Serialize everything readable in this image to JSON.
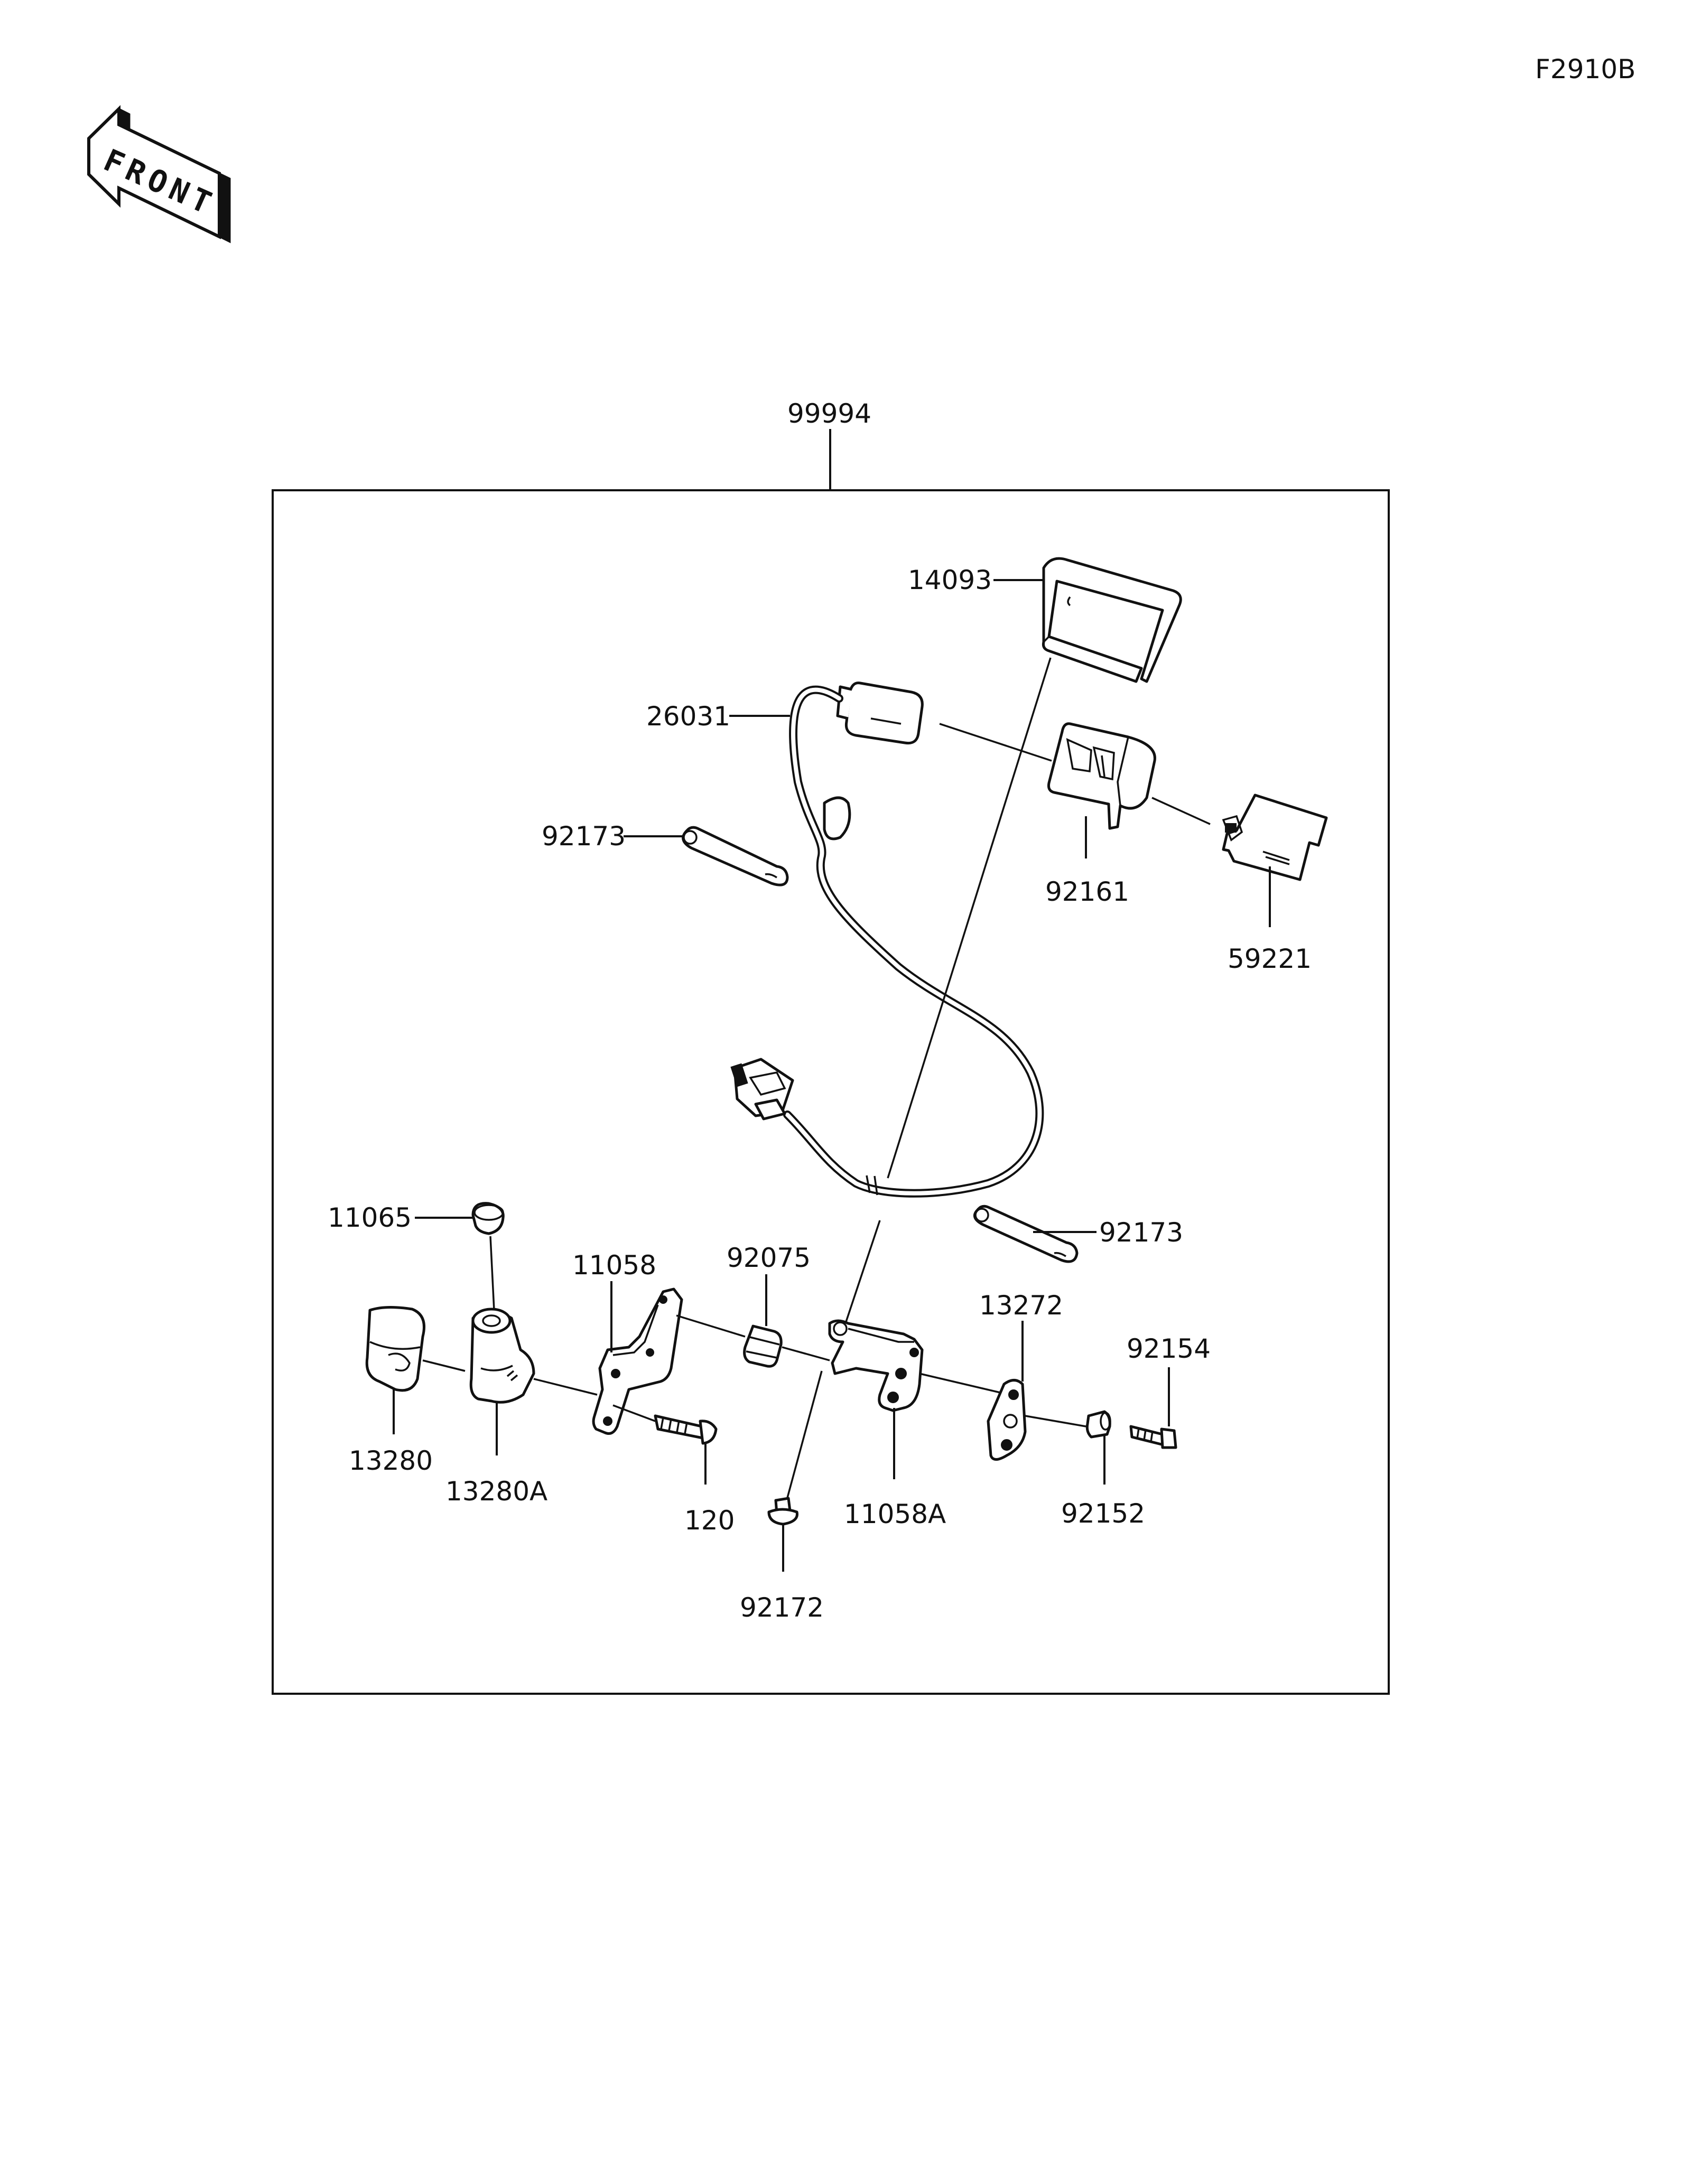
{
  "figure_code": "F2910B",
  "front_marker": {
    "text": "FRONT",
    "icon": "front-direction-arrow-icon"
  },
  "assembly": {
    "part_number": "99994"
  },
  "parts": {
    "p14093": "14093",
    "p26031": "26031",
    "p92173a": "92173",
    "p92161": "92161",
    "p59221": "59221",
    "p11065": "11065",
    "p11058": "11058",
    "p92075": "92075",
    "p92173b": "92173",
    "p13272": "13272",
    "p92154": "92154",
    "p13280": "13280",
    "p13280A": "13280A",
    "p120": "120",
    "p11058A": "11058A",
    "p92152": "92152",
    "p92172": "92172"
  }
}
